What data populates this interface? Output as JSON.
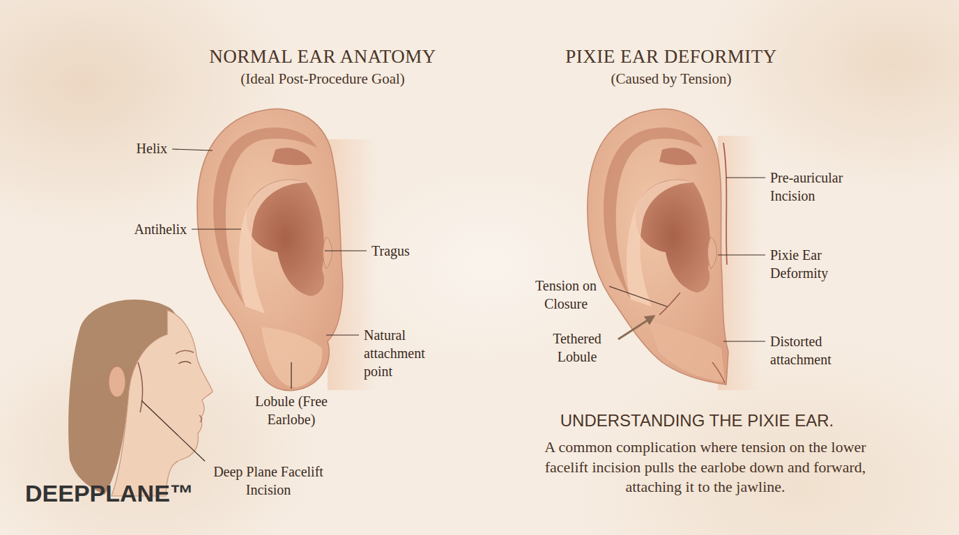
{
  "diagram": {
    "labels": [
      "NORMAL EAR ANATOMY",
      "(Ideal Post-Procedure Goal)",
      "PIXIE EAR DEFORMITY",
      "(Caused by Tension)",
      "Helix",
      "Pre-auricular Incision",
      "Antihelix",
      "Tragus",
      "Pixie Ear Deformity",
      "Tension on Closure",
      "Natural attachment point",
      "Tethered Lobule",
      "Distorted attachment",
      "Lobule (Free Earlobe)",
      "UNDERSTANDING THE PIXIE EAR.",
      "A common complication where tension on the lower facelift incision pulls the earlobe down and forward, attaching it to the jawline.",
      "Deep Plane Facelift Incision",
      "DEEPPLANE™"
    ]
  }
}
